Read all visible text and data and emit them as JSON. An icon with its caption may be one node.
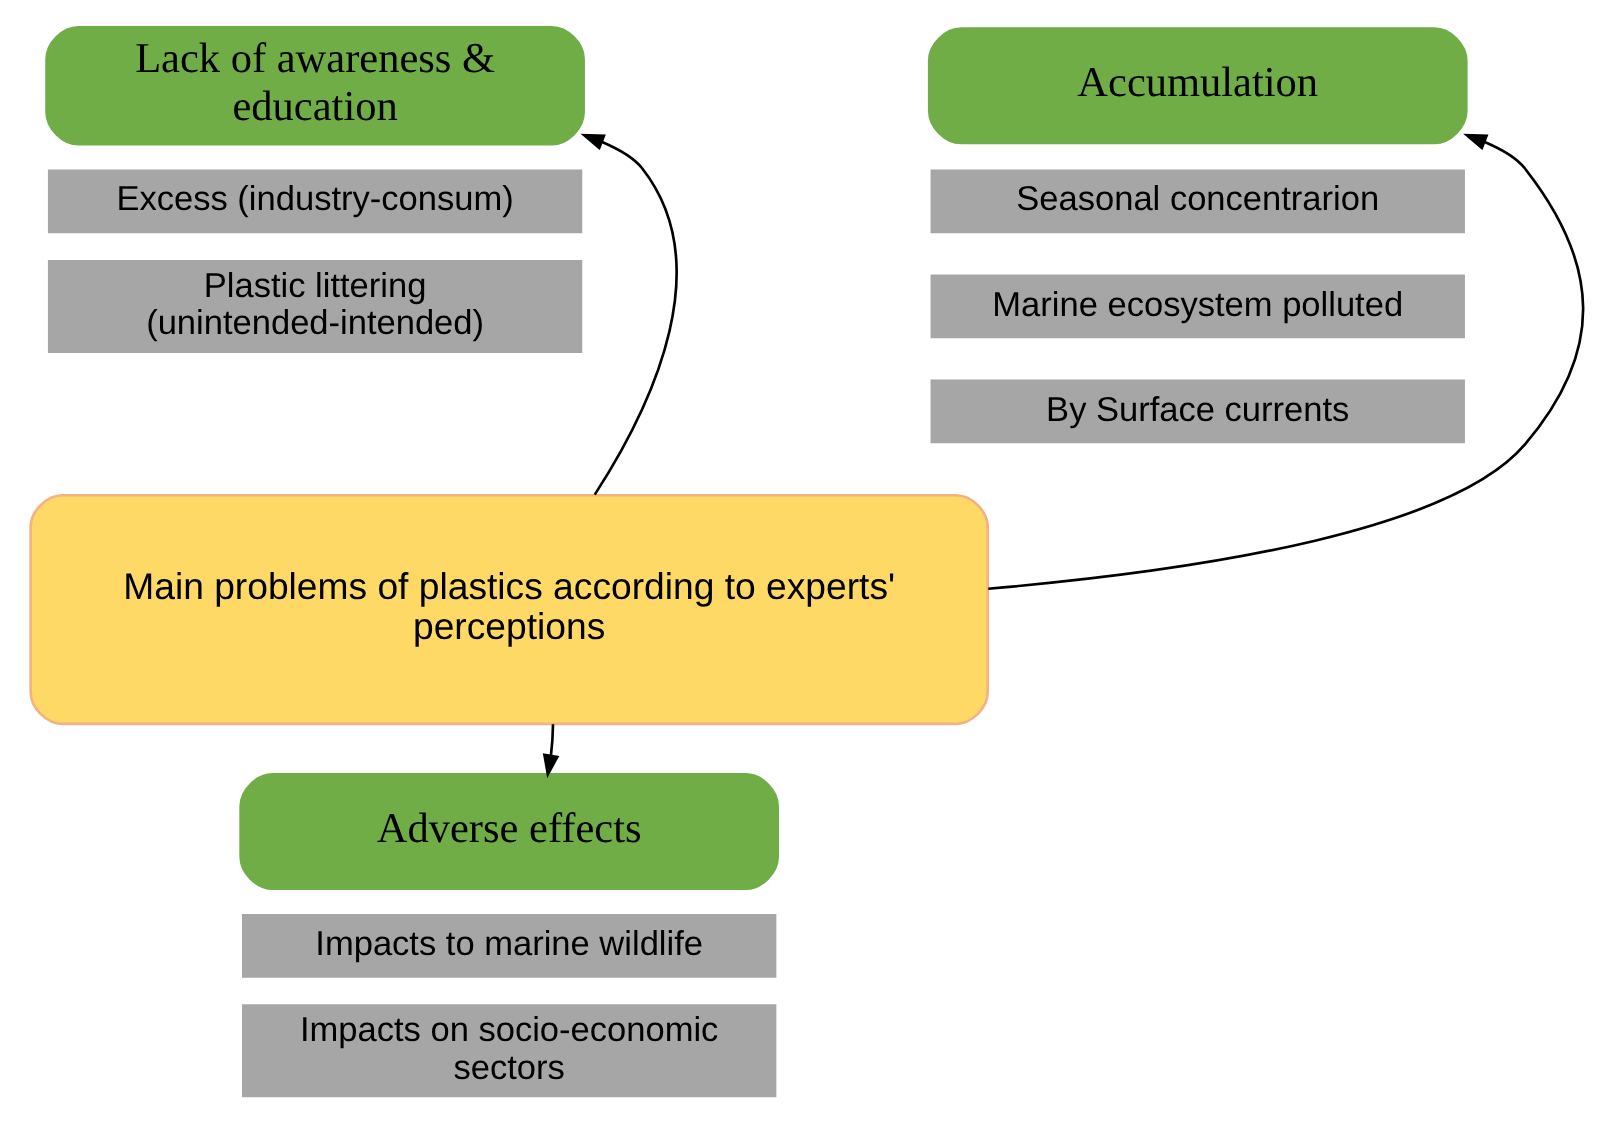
{
  "diagram": {
    "nodes": [
      {
        "text": [
          "Lack of awareness & education"
        ]
      },
      {
        "text": [
          "Excess (industry-consum)"
        ]
      },
      {
        "text": [
          "Plastic littering (unintended-intended)"
        ]
      },
      {
        "text": [
          "Accumulation"
        ]
      },
      {
        "text": [
          "Seasonal concentrarion"
        ]
      },
      {
        "text": [
          "Marine ecosystem polluted"
        ]
      },
      {
        "text": [
          "By Surface currents"
        ]
      },
      {
        "text": [
          "Main problems of plastics according to experts' perceptions"
        ]
      },
      {
        "text": [
          "Adverse effects"
        ]
      },
      {
        "text": [
          "Impacts to marine wildlife"
        ]
      },
      {
        "text": [
          "Impacts on socio-economic sectors"
        ]
      }
    ],
    "edges": [
      {
        "from": 7,
        "to": 0,
        "arrow": "to"
      },
      {
        "from": 7,
        "to": 3,
        "arrow": "to"
      },
      {
        "from": 7,
        "to": 8,
        "arrow": "to"
      }
    ]
  }
}
